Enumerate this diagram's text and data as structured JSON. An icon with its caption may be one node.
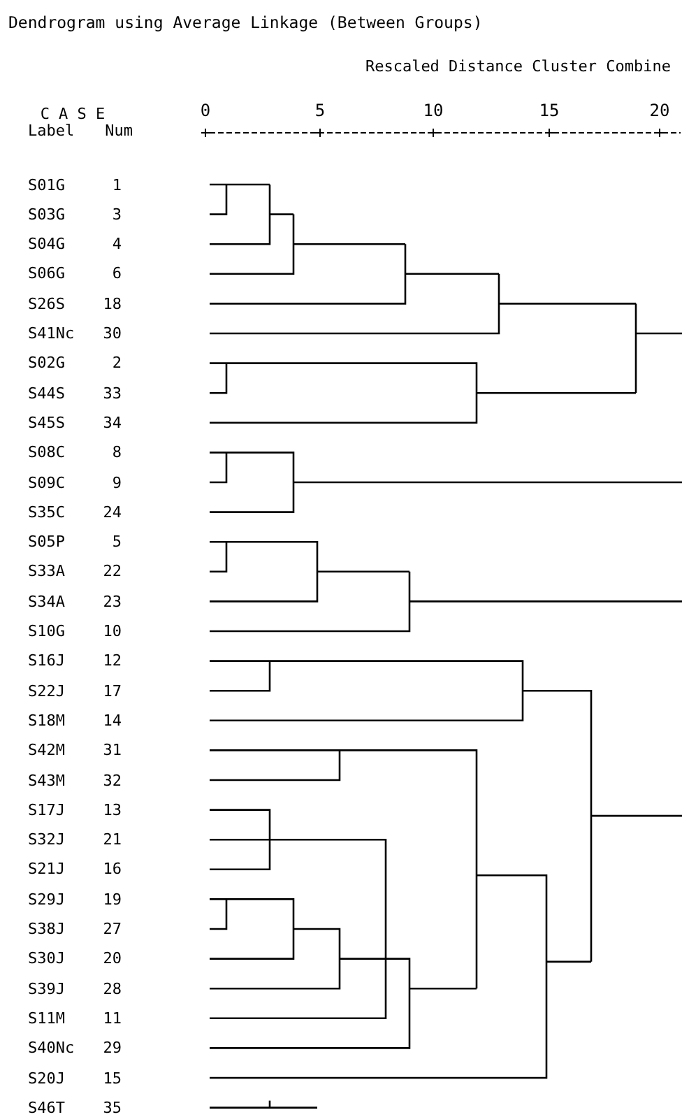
{
  "diagram": {
    "title": "Dendrogram using Average Linkage (Between Groups)",
    "labels": [
      "Rescaled Distance Cluster Combine",
      "C A S E",
      "Label",
      "Num",
      "0",
      "5",
      "10",
      "15",
      "20",
      "S01G",
      "1",
      "S03G",
      "3",
      "S04G",
      "4",
      "S06G",
      "6",
      "S26S",
      "18",
      "S41Nc",
      "30",
      "S02G",
      "2",
      "S44S",
      "33",
      "S45S",
      "34",
      "S08C",
      "8",
      "S09C",
      "9",
      "S35C",
      "24",
      "S05P",
      "5",
      "S33A",
      "22",
      "S34A",
      "23",
      "S10G",
      "10",
      "S16J",
      "12",
      "S22J",
      "17",
      "S18M",
      "14",
      "S42M",
      "31",
      "S43M",
      "32",
      "S17J",
      "13",
      "S32J",
      "21",
      "S21J",
      "16",
      "S29J",
      "19",
      "S38J",
      "27",
      "S30J",
      "20",
      "S39J",
      "28",
      "S11M",
      "11",
      "S40Nc",
      "29",
      "S20J",
      "15",
      "S46T",
      "35"
    ]
  }
}
